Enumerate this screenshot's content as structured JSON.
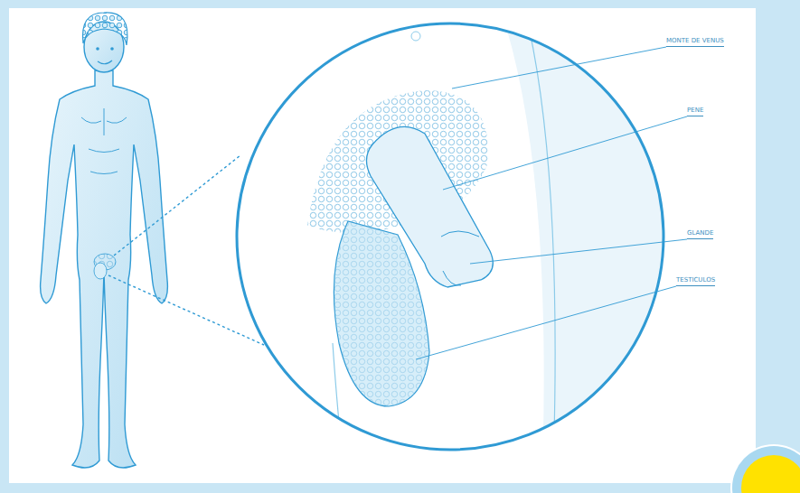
{
  "diagram": {
    "labels": [
      "MONTE DE VENUS",
      "PENE",
      "GLANDE",
      "TESTICULOS"
    ]
  }
}
